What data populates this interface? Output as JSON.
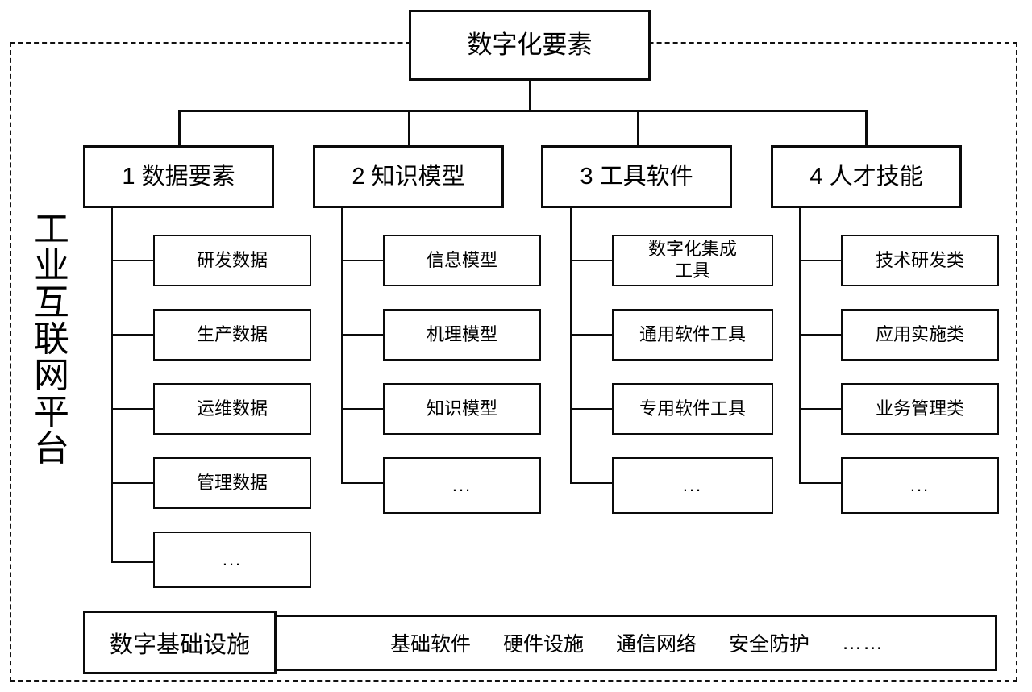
{
  "diagram": {
    "platform_label": "工业互联网平台",
    "root": {
      "label": "数字化要素"
    },
    "branches": [
      {
        "label": "1 数据要素",
        "children": [
          {
            "label": "研发数据"
          },
          {
            "label": "生产数据"
          },
          {
            "label": "运维数据"
          },
          {
            "label": "管理数据"
          },
          {
            "label": "..."
          }
        ]
      },
      {
        "label": "2 知识模型",
        "children": [
          {
            "label": "信息模型"
          },
          {
            "label": "机理模型"
          },
          {
            "label": "知识模型"
          },
          {
            "label": "..."
          }
        ]
      },
      {
        "label": "3 工具软件",
        "children": [
          {
            "label": "数字化集成\n工具"
          },
          {
            "label": "通用软件工具"
          },
          {
            "label": "专用软件工具"
          },
          {
            "label": "..."
          }
        ]
      },
      {
        "label": "4 人才技能",
        "children": [
          {
            "label": "技术研发类"
          },
          {
            "label": "应用实施类"
          },
          {
            "label": "业务管理类"
          },
          {
            "label": "..."
          }
        ]
      }
    ],
    "infrastructure": {
      "label": "数字基础设施",
      "items": [
        {
          "label": "基础软件"
        },
        {
          "label": "硬件设施"
        },
        {
          "label": "通信网络"
        },
        {
          "label": "安全防护"
        },
        {
          "label": "……"
        }
      ]
    },
    "colors": {
      "line": "#0b0b0b",
      "background": "#ffffff",
      "text": "#000000"
    }
  }
}
